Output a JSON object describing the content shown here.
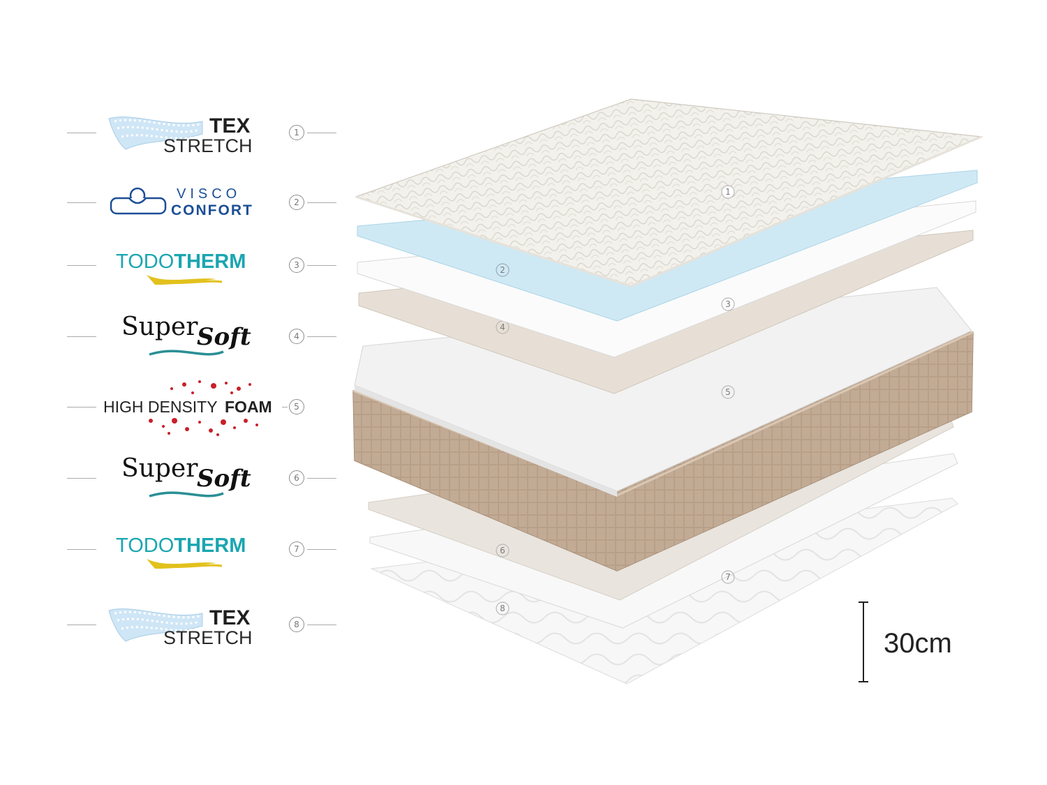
{
  "layers": [
    {
      "number": "1",
      "brand_line1": "TEX",
      "brand_line2": "STRETCH",
      "logo_type": "tex-stretch"
    },
    {
      "number": "2",
      "brand_line1": "VISCO",
      "brand_line2": "CONFORT",
      "logo_type": "visco-confort"
    },
    {
      "number": "3",
      "brand_line1": "TODO",
      "brand_line2": "THERM",
      "logo_type": "todotherm"
    },
    {
      "number": "4",
      "brand_line1": "Super",
      "brand_line2": "Soft",
      "logo_type": "supersoft"
    },
    {
      "number": "5",
      "brand_line1": "HIGH DENSITY",
      "brand_line2": "FOAM",
      "logo_type": "high-density-foam"
    },
    {
      "number": "6",
      "brand_line1": "Super",
      "brand_line2": "Soft",
      "logo_type": "supersoft"
    },
    {
      "number": "7",
      "brand_line1": "TODO",
      "brand_line2": "THERM",
      "logo_type": "todotherm"
    },
    {
      "number": "8",
      "brand_line1": "TEX",
      "brand_line2": "STRETCH",
      "logo_type": "tex-stretch"
    }
  ],
  "thickness": "30cm",
  "colors": {
    "visco_blue": "#1c4f96",
    "todotherm_teal": "#1aa6b0",
    "todotherm_gold": "#e2c11c",
    "supersoft_wave": "#2a8f95",
    "foam_red": "#c8202a",
    "mattress_beige": "#b9a18a",
    "gel_blue": "#cfe9f4"
  },
  "icons": [
    "quilted-fabric-icon",
    "memory-foam-icon",
    "gold-wave-icon",
    "teal-wave-icon",
    "red-dots-icon"
  ]
}
